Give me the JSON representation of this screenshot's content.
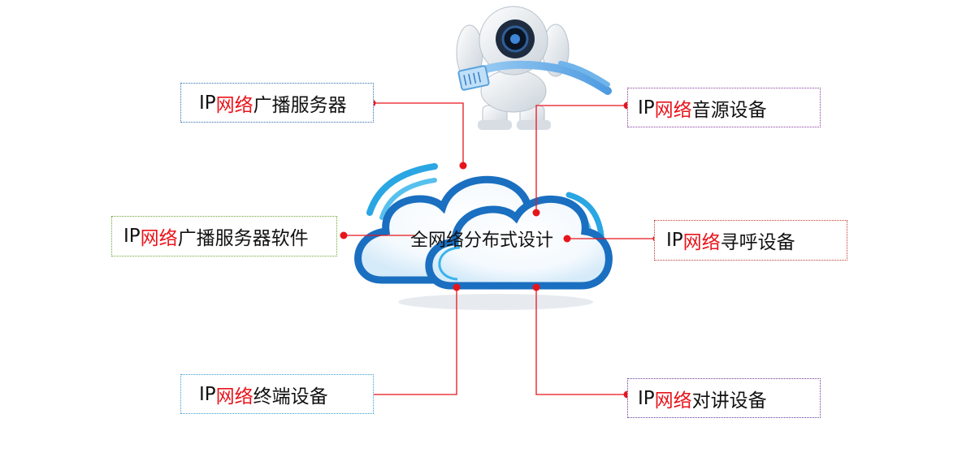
{
  "center": {
    "label": "全网络分布式设计"
  },
  "nodes": [
    {
      "id": "broadcast-server",
      "prefix": "IP",
      "highlight": "网络",
      "suffix": "广播服务器"
    },
    {
      "id": "broadcast-software",
      "prefix": "IP",
      "highlight": "网络",
      "suffix": "广播服务器软件"
    },
    {
      "id": "terminal",
      "prefix": "IP",
      "highlight": "网络",
      "suffix": "终端设备"
    },
    {
      "id": "audio-source",
      "prefix": "IP",
      "highlight": "网络",
      "suffix": "音源设备"
    },
    {
      "id": "paging",
      "prefix": "IP",
      "highlight": "网络",
      "suffix": "寻呼设备"
    },
    {
      "id": "intercom",
      "prefix": "IP",
      "highlight": "网络",
      "suffix": "对讲设备"
    }
  ],
  "colors": {
    "accent": "#e8141b",
    "connector": "#e8141b",
    "cloud_light": "#eef7fd",
    "cloud_blue": "#1a6fc0",
    "cloud_sky": "#3bb3ea"
  },
  "icons": {
    "robot": "robot-with-network-cable-icon",
    "cloud": "cloud-icon"
  }
}
